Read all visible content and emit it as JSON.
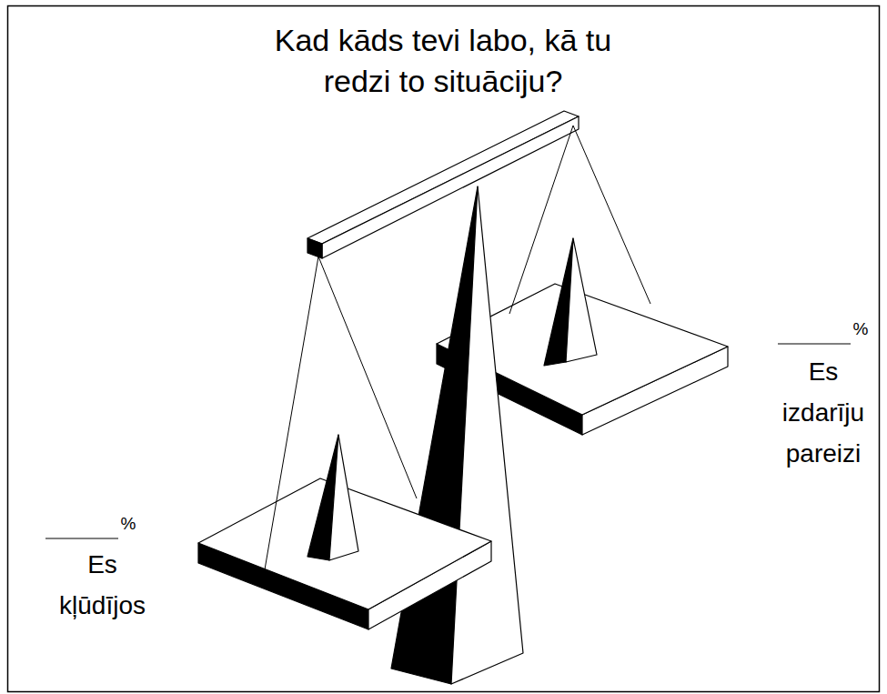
{
  "diagram": {
    "title": "Kad kāds tevi labo, kā tu redzi to situāciju?",
    "labels": [
      "%",
      "Es izdarīju pareizi",
      "%",
      "Es kļūdījos"
    ]
  }
}
